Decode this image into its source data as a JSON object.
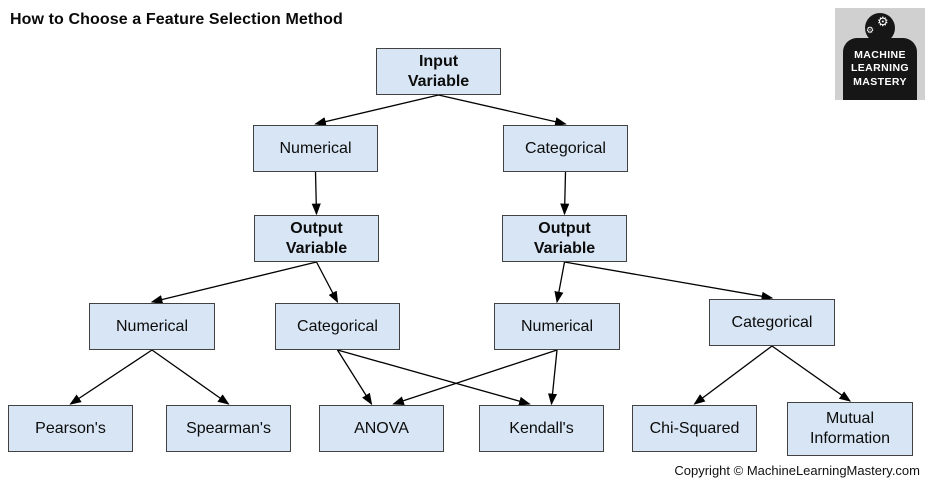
{
  "title": "How to Choose a Feature Selection Method",
  "footer": {
    "copyright": "Copyright © MachineLearningMastery.com"
  },
  "logo": {
    "lines": [
      "MACHINE",
      "LEARNING",
      "MASTERY"
    ]
  },
  "colors": {
    "node_fill": "#d7e5f4",
    "node_border": "#424242",
    "arrow": "#000000"
  },
  "nodes": {
    "input_variable": {
      "label": "Input\nVariable"
    },
    "numerical_input": {
      "label": "Numerical"
    },
    "categorical_input": {
      "label": "Categorical"
    },
    "output_variable_left": {
      "label": "Output\nVariable"
    },
    "output_variable_right": {
      "label": "Output\nVariable"
    },
    "numerical_numerical": {
      "label": "Numerical"
    },
    "numerical_categorical": {
      "label": "Categorical"
    },
    "categorical_numerical": {
      "label": "Numerical"
    },
    "categorical_categorical": {
      "label": "Categorical"
    },
    "pearsons": {
      "label": "Pearson's"
    },
    "spearmans": {
      "label": "Spearman's"
    },
    "anova": {
      "label": "ANOVA"
    },
    "kendalls": {
      "label": "Kendall's"
    },
    "chi_squared": {
      "label": "Chi-Squared"
    },
    "mutual_information": {
      "label": "Mutual\nInformation"
    }
  },
  "edges": [
    {
      "from": "input_variable",
      "to": "numerical_input"
    },
    {
      "from": "input_variable",
      "to": "categorical_input"
    },
    {
      "from": "numerical_input",
      "to": "output_variable_left"
    },
    {
      "from": "categorical_input",
      "to": "output_variable_right"
    },
    {
      "from": "output_variable_left",
      "to": "numerical_numerical"
    },
    {
      "from": "output_variable_left",
      "to": "numerical_categorical"
    },
    {
      "from": "output_variable_right",
      "to": "categorical_numerical"
    },
    {
      "from": "output_variable_right",
      "to": "categorical_categorical"
    },
    {
      "from": "numerical_numerical",
      "to": "pearsons"
    },
    {
      "from": "numerical_numerical",
      "to": "spearmans"
    },
    {
      "from": "numerical_categorical",
      "to": "anova",
      "toOffset": -10
    },
    {
      "from": "numerical_categorical",
      "to": "kendalls",
      "toOffset": -12
    },
    {
      "from": "categorical_numerical",
      "to": "anova",
      "toOffset": 12
    },
    {
      "from": "categorical_numerical",
      "to": "kendalls",
      "toOffset": 10
    },
    {
      "from": "categorical_categorical",
      "to": "chi_squared"
    },
    {
      "from": "categorical_categorical",
      "to": "mutual_information"
    }
  ]
}
